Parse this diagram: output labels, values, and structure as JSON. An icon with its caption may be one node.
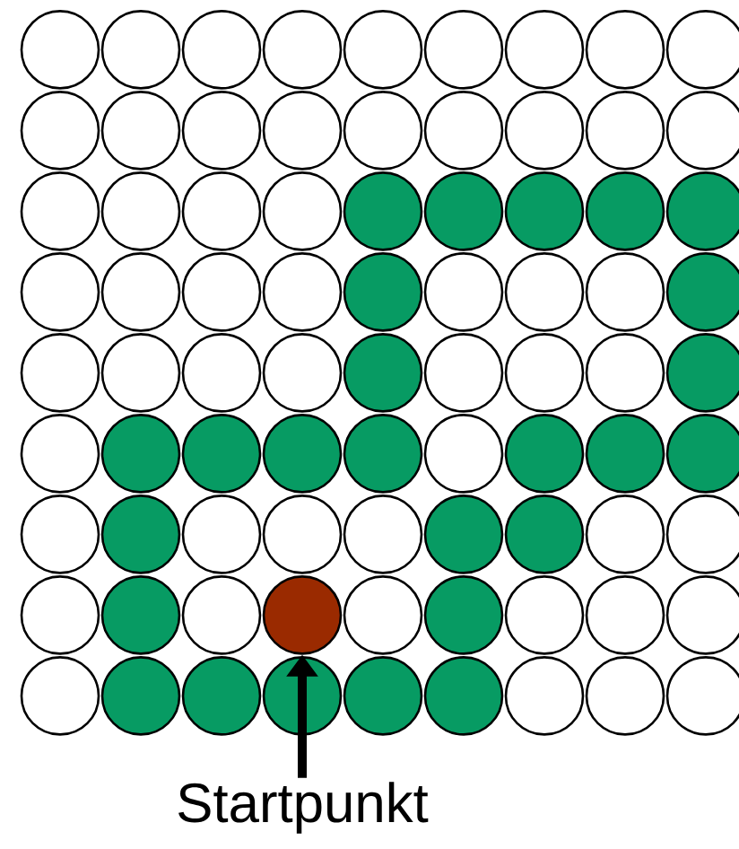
{
  "diagram": {
    "nodes": [
      {
        "text": [],
        "shape": "circle"
      },
      {
        "text": [
          "Startpunkt"
        ]
      }
    ],
    "edges": [
      {
        "from": 1,
        "to": 0,
        "arrow": "to"
      }
    ]
  }
}
